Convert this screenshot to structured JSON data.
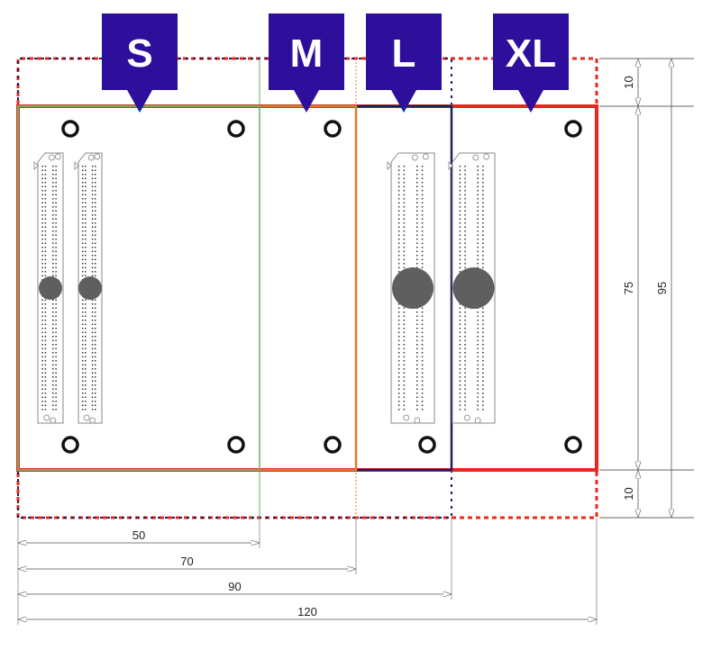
{
  "size_labels": [
    "S",
    "M",
    "L",
    "XL"
  ],
  "colors": {
    "label_bg": "#2e0f9c",
    "s": "#6fae6f",
    "m": "#e07a2e",
    "l": "#1a1f5c",
    "xl": "#e8281e",
    "hole": "#111111",
    "connector_dot": "#333333",
    "dim": "#555555"
  },
  "dimensions": {
    "width": [
      "50",
      "70",
      "90",
      "120"
    ],
    "height_parts": [
      "10",
      "75",
      "10"
    ],
    "height_total": "95"
  }
}
